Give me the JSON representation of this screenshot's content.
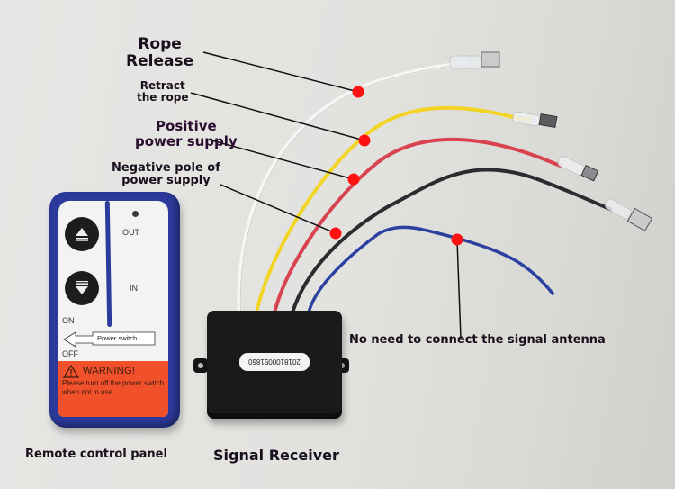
{
  "labels": {
    "rope_release": [
      "Rope",
      "Release"
    ],
    "retract": [
      "Retract",
      "the rope"
    ],
    "positive": [
      "Positive",
      "power supply"
    ],
    "negative": [
      "Negative pole of",
      "power supply"
    ],
    "antenna": "No need to connect the signal antenna",
    "remote_panel": "Remote control panel",
    "signal_receiver": "Signal Receiver"
  },
  "wires": [
    {
      "name": "white-wire",
      "color": "#f4f4f2",
      "function": "Rope Release"
    },
    {
      "name": "yellow-wire",
      "color": "#f2d424",
      "function": "Retract the rope"
    },
    {
      "name": "red-wire",
      "color": "#d8434f",
      "function": "Positive power supply"
    },
    {
      "name": "black-wire",
      "color": "#2a2c30",
      "function": "Negative pole of power supply"
    },
    {
      "name": "blue-wire",
      "color": "#2c40a0",
      "function": "Signal antenna"
    }
  ],
  "colors": {
    "marker": "#ff1111",
    "remote_body": "#2c3a9c",
    "warning_bg": "#f1512a"
  },
  "remote": {
    "out_label": "OUT",
    "in_label": "IN",
    "on_label": "ON",
    "off_label": "OFF",
    "power_switch": "Power switch",
    "warning_title": "WARNING!",
    "warning_text": "Please turn off the power switch when not in use"
  },
  "receiver": {
    "serial": "2018100051860"
  }
}
